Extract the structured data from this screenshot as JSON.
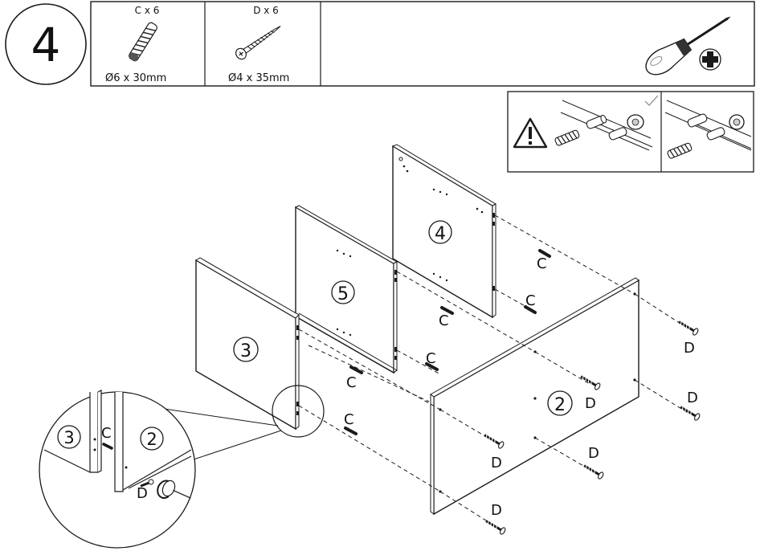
{
  "step": {
    "number": "4"
  },
  "parts": [
    {
      "id": "C",
      "quantity_label": "C x 6",
      "dimension_label": "Ø6  x 30mm",
      "icon": "dowel-icon"
    },
    {
      "id": "D",
      "quantity_label": "D x 6",
      "dimension_label": "Ø4  x 35mm",
      "icon": "screw-icon"
    }
  ],
  "tools": [
    {
      "icon": "phillips-screwdriver-icon"
    }
  ],
  "warning": {
    "icon": "warning-triangle-icon",
    "correct_mark_icon": "checkmark-icon"
  },
  "panels": [
    {
      "label": "3"
    },
    {
      "label": "5"
    },
    {
      "label": "4"
    },
    {
      "label": "2"
    }
  ],
  "fastener_labels": {
    "c1": "C",
    "c2": "C",
    "c3": "C",
    "c4": "C",
    "c5": "C",
    "c6": "C",
    "d1": "D",
    "d2": "D",
    "d3": "D",
    "d4": "D",
    "d5": "D",
    "d6": "D"
  },
  "detail": {
    "panel_left": "3",
    "panel_right": "2",
    "dowel_label": "C",
    "screw_label": "D"
  }
}
